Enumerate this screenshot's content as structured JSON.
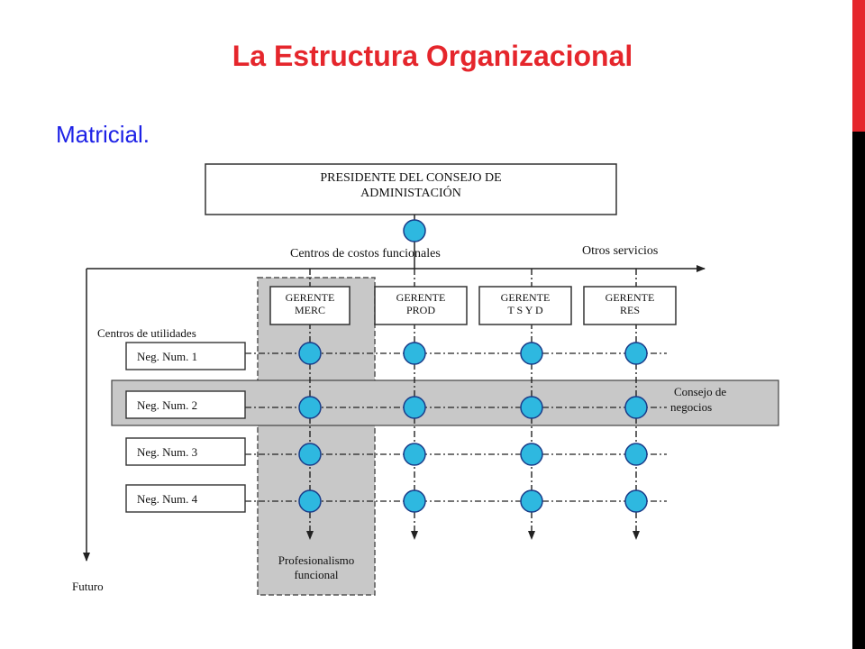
{
  "slide": {
    "title": "La Estructura Organizacional",
    "subtitle": "Matricial."
  },
  "diagram": {
    "president_line1": "PRESIDENTE DEL CONSEJO DE",
    "president_line2": "ADMINISTACIÓN",
    "cost_centers_label": "Centros de costos funcionales",
    "other_services_label": "Otros servicios",
    "profit_centers_label": "Centros de utilidades",
    "future_label": "Futuro",
    "managers": [
      {
        "line1": "GERENTE",
        "line2": "MERC"
      },
      {
        "line1": "GERENTE",
        "line2": "PROD"
      },
      {
        "line1": "GERENTE",
        "line2": "T S Y D"
      },
      {
        "line1": "GERENTE",
        "line2": "RES"
      }
    ],
    "businesses": [
      {
        "label": "Neg. Num. 1"
      },
      {
        "label": "Neg. Num. 2"
      },
      {
        "label": "Neg. Num. 3"
      },
      {
        "label": "Neg. Num. 4"
      }
    ],
    "business_council_line1": "Consejo de",
    "business_council_line2": "negocios",
    "functional_prof_line1": "Profesionalismo",
    "functional_prof_line2": "funcional",
    "colors": {
      "node_fill": "#2eb8e0",
      "node_stroke": "#1a3d8a",
      "shade": "#c8c8c8"
    }
  }
}
